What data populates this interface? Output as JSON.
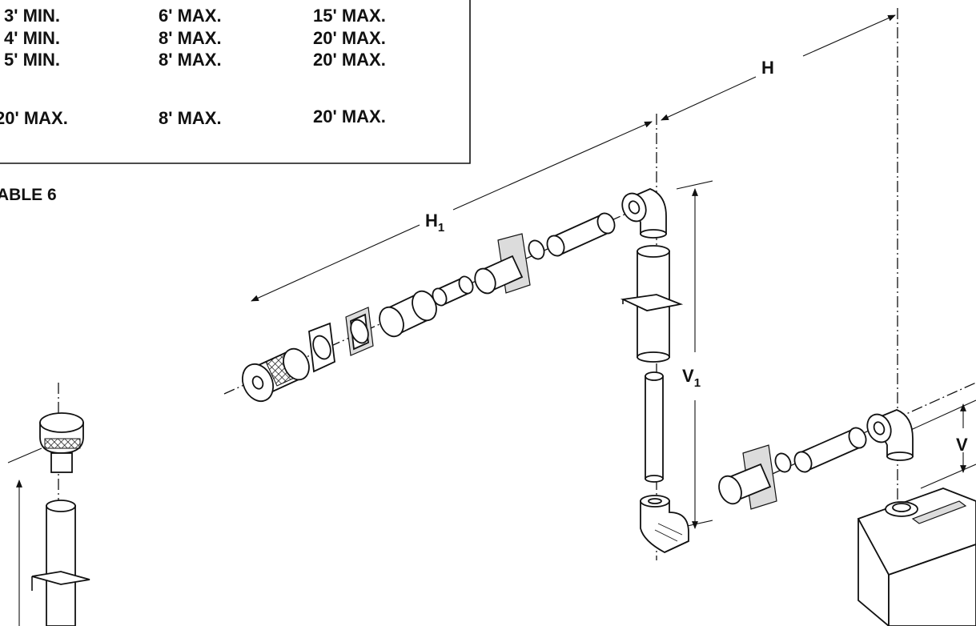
{
  "table": {
    "rows": [
      [
        "3' MIN.",
        "6' MAX.",
        "15' MAX."
      ],
      [
        "4' MIN.",
        "8' MAX.",
        "20' MAX."
      ],
      [
        "5' MIN.",
        "8' MAX.",
        "20' MAX."
      ],
      [
        "20' MAX.",
        "8' MAX.",
        "20' MAX."
      ]
    ],
    "caption": "ABLE 6"
  },
  "dimensions": {
    "h": "H",
    "h1_main": "H",
    "h1_sub": "1",
    "v1_main": "V",
    "v1_sub": "1",
    "v": "V"
  }
}
